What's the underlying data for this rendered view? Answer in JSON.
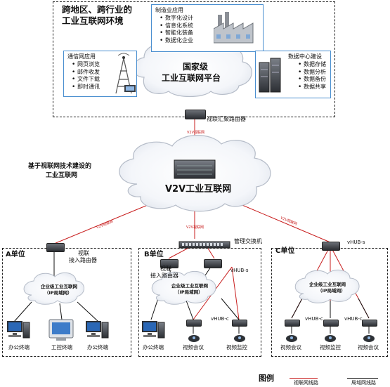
{
  "top_zone": {
    "title_line1": "跨地区、跨行业的",
    "title_line2": "工业互联网环境",
    "platform_line1": "国家级",
    "platform_line2": "工业互联网平台",
    "router_label": "视联汇聚路由器",
    "link_label": "V2V视联网"
  },
  "panels": {
    "comm": {
      "title": "通信网应用",
      "items": [
        "网页浏览",
        "邮件收发",
        "文件下载",
        "即时通讯"
      ]
    },
    "manufacturing": {
      "title": "制造业应用",
      "items": [
        "数字化设计",
        "信息化系统",
        "智能化装备",
        "数据化企业"
      ]
    },
    "datacenter": {
      "title": "数据中心建设",
      "items": [
        "数据存储",
        "数据分析",
        "数据备份",
        "数据共享"
      ]
    }
  },
  "core": {
    "side_label_line1": "基于视联网技术建设的",
    "side_label_line2": "工业互联网",
    "cloud_label": "V2V工业互联网",
    "link_labels": [
      "V2V视联网",
      "V2V视联网",
      "V2V视联网"
    ]
  },
  "unit_a": {
    "title": "A单位",
    "router_label_line1": "视联",
    "router_label_line2": "接入路由器",
    "lan_line1": "企业级工业互联网",
    "lan_line2": "（IP局域网）",
    "terminals": [
      "办公终端",
      "工控终端",
      "办公终端"
    ]
  },
  "unit_b": {
    "title": "B单位",
    "switch_label": "管理交换机",
    "router_label_line1": "视联",
    "router_label_line2": "接入路由器",
    "vhub_s": "vHUB-s",
    "lan_line1": "企业级工业互联网",
    "lan_line2": "（IP局域网）",
    "vhub_c": "vHUB-c",
    "terminals": [
      "办公终端",
      "视频会议",
      "视频监控"
    ]
  },
  "unit_c": {
    "title": "C单位",
    "vhub_s": "vHUB-s",
    "lan_line1": "企业级工业互联网",
    "lan_line2": "（IP局域网）",
    "vhub_c_labels": [
      "vHUB-c",
      "vHUB-c"
    ],
    "terminals": [
      "视频会议",
      "视频监控",
      "视频会议"
    ]
  },
  "legend": {
    "title": "图例",
    "red_label": "视联网线路",
    "black_label": "局域网线路",
    "colors": {
      "v2v": "#c81e1e",
      "lan": "#111111"
    }
  }
}
